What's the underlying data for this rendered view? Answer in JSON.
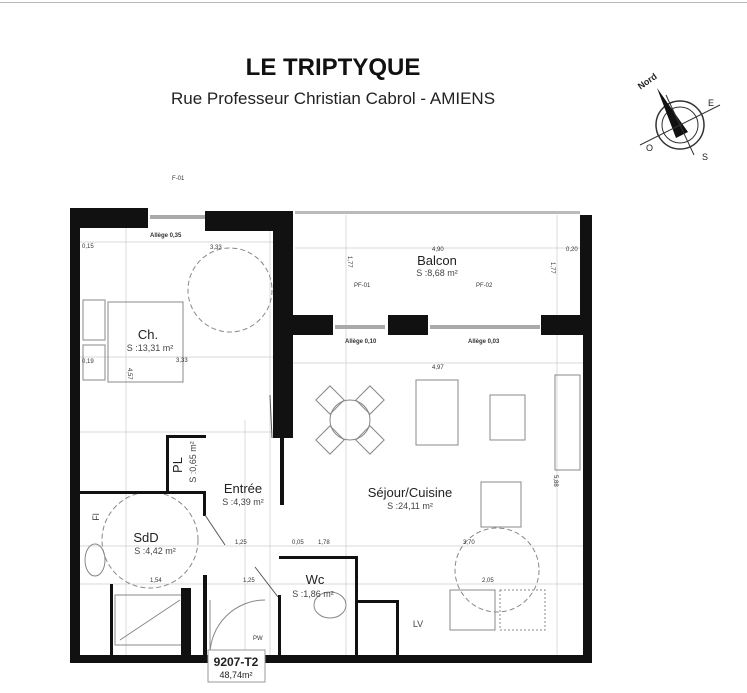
{
  "header": {
    "title": "LE TRIPTYQUE",
    "subtitle": "Rue Professeur Christian Cabrol - AMIENS"
  },
  "compass": {
    "north": "Nord",
    "east": "E",
    "south": "S",
    "west": "O"
  },
  "rooms": {
    "bedroom": {
      "name": "Ch.",
      "area": "S :13,31 m²"
    },
    "balcony": {
      "name": "Balcon",
      "area": "S :8,68 m²"
    },
    "closet": {
      "name": "PL",
      "area": "S :0,65 m²"
    },
    "entry": {
      "name": "Entrée",
      "area": "S :4,39 m²"
    },
    "living": {
      "name": "Séjour/Cuisine",
      "area": "S :24,11 m²"
    },
    "bathroom": {
      "name": "SdD",
      "area": "S :4,42 m²"
    },
    "wc": {
      "name": "Wc",
      "area": "S :1,86 m²"
    },
    "laundry": {
      "name": "LV"
    },
    "fl": {
      "name": "Fl"
    }
  },
  "dimensions": {
    "d490": "4,90",
    "d020": "0,20",
    "d177a": "1,77",
    "d177b": "1,77",
    "d497": "4,97",
    "d333a": "3,33",
    "d333b": "3,33",
    "d015": "0,15",
    "d019": "0,19",
    "d457": "4,57",
    "d370": "3,70",
    "d205": "2,05",
    "d154": "1,54",
    "d125a": "1,25",
    "d125b": "1,25",
    "d178": "1,78",
    "d005": "0,05",
    "d588": "5,88"
  },
  "windows": {
    "f01": "F-01",
    "pf01": "PF-01",
    "pf02": "PF-02",
    "allege1": "Allège 0,35",
    "allege2": "Allège 0,10",
    "allege3": "Allège 0,03",
    "pw": "PW"
  },
  "unit": {
    "code": "9207-T2",
    "area": "48,74m²"
  }
}
